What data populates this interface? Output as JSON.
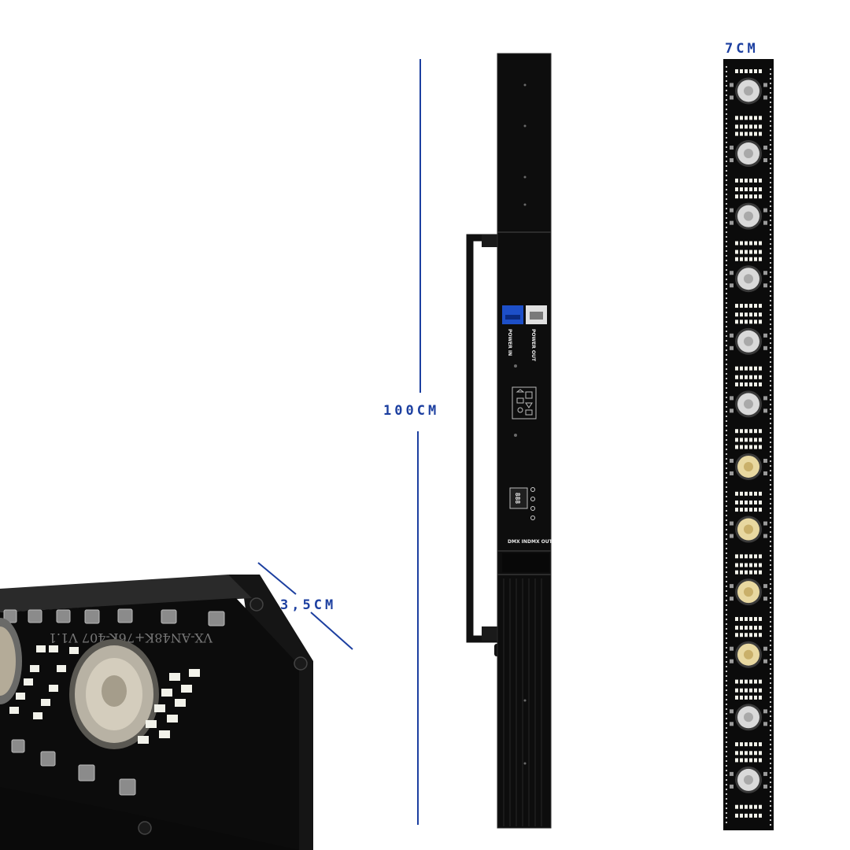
{
  "dimensions": {
    "height_label": "100CM",
    "width_label": "7CM",
    "depth_label": "3,5CM"
  },
  "rear_panel": {
    "power_in": "POWER IN",
    "power_out": "POWER OUT",
    "dmx_in": "DMX IN",
    "dmx_out": "DMX OUT",
    "display": "888"
  },
  "closeup": {
    "pcb_marking": "VX-AN48K+76K-407 V1.1"
  },
  "colors": {
    "dimension_blue": "#1c3fa0",
    "fixture_black": "#0d0d0d",
    "housing_black": "#1a1a1a",
    "led_white": "#f2f2ea",
    "led_warm": "#e8d8a0"
  },
  "front_bar": {
    "lens_count": 12,
    "warm_lens_indices": [
      6,
      7,
      8,
      9
    ]
  }
}
